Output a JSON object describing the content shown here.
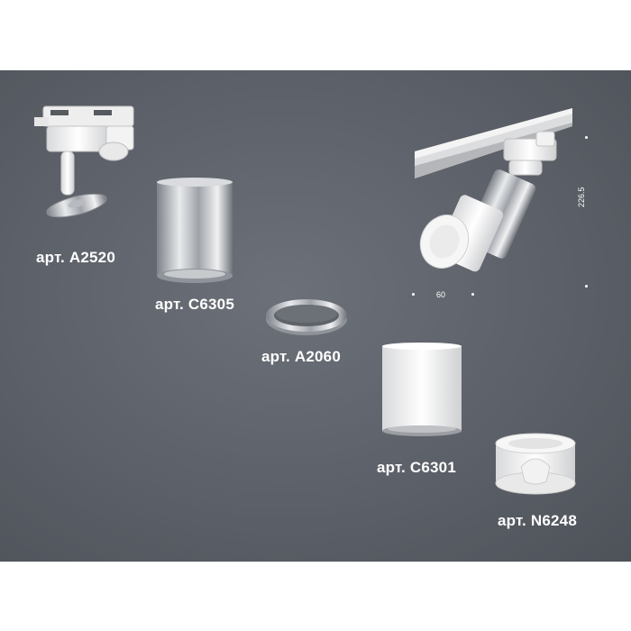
{
  "parts": [
    {
      "article": "арт. A2520",
      "finish": "white"
    },
    {
      "article": "арт. C6305",
      "finish": "chrome"
    },
    {
      "article": "арт. A2060",
      "finish": "chrome"
    },
    {
      "article": "арт. C6301",
      "finish": "white"
    },
    {
      "article": "арт. N6248",
      "finish": "white"
    }
  ],
  "assembly": {
    "width_label": "60",
    "height_label": "226.5"
  },
  "colors": {
    "background": "#5c6068",
    "label": "#ffffff",
    "white_part": "#f2f2f2",
    "chrome": "#b8bcc2"
  }
}
